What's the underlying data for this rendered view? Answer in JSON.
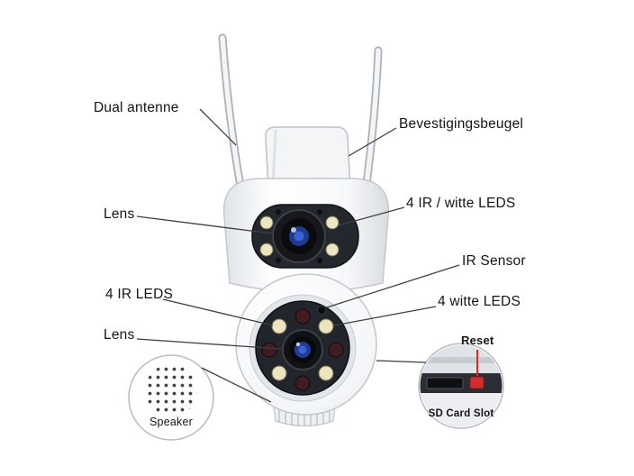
{
  "diagram": {
    "labels": {
      "dual_antenne": "Dual antenne",
      "bevestigingsbeugel": "Bevestigingsbeugel",
      "lens_top": "Lens",
      "ir_witte_leds": "4 IR / witte LEDS",
      "ir_sensor": "IR Sensor",
      "ir_leds": "4 IR LEDS",
      "witte_leds": "4 witte LEDS",
      "lens_bottom": "Lens",
      "speaker": "Speaker",
      "reset": "Reset",
      "sd_card_slot": "SD Card Slot"
    },
    "colors": {
      "label_text": "#141414",
      "leader_line": "#3e3e3e",
      "reset_accent": "#d92b2b",
      "camera_panel": "#22252b",
      "lens_blue": "#3a62d4",
      "led_white": "#ebe4bf",
      "led_ir": "#3f1d21"
    }
  }
}
